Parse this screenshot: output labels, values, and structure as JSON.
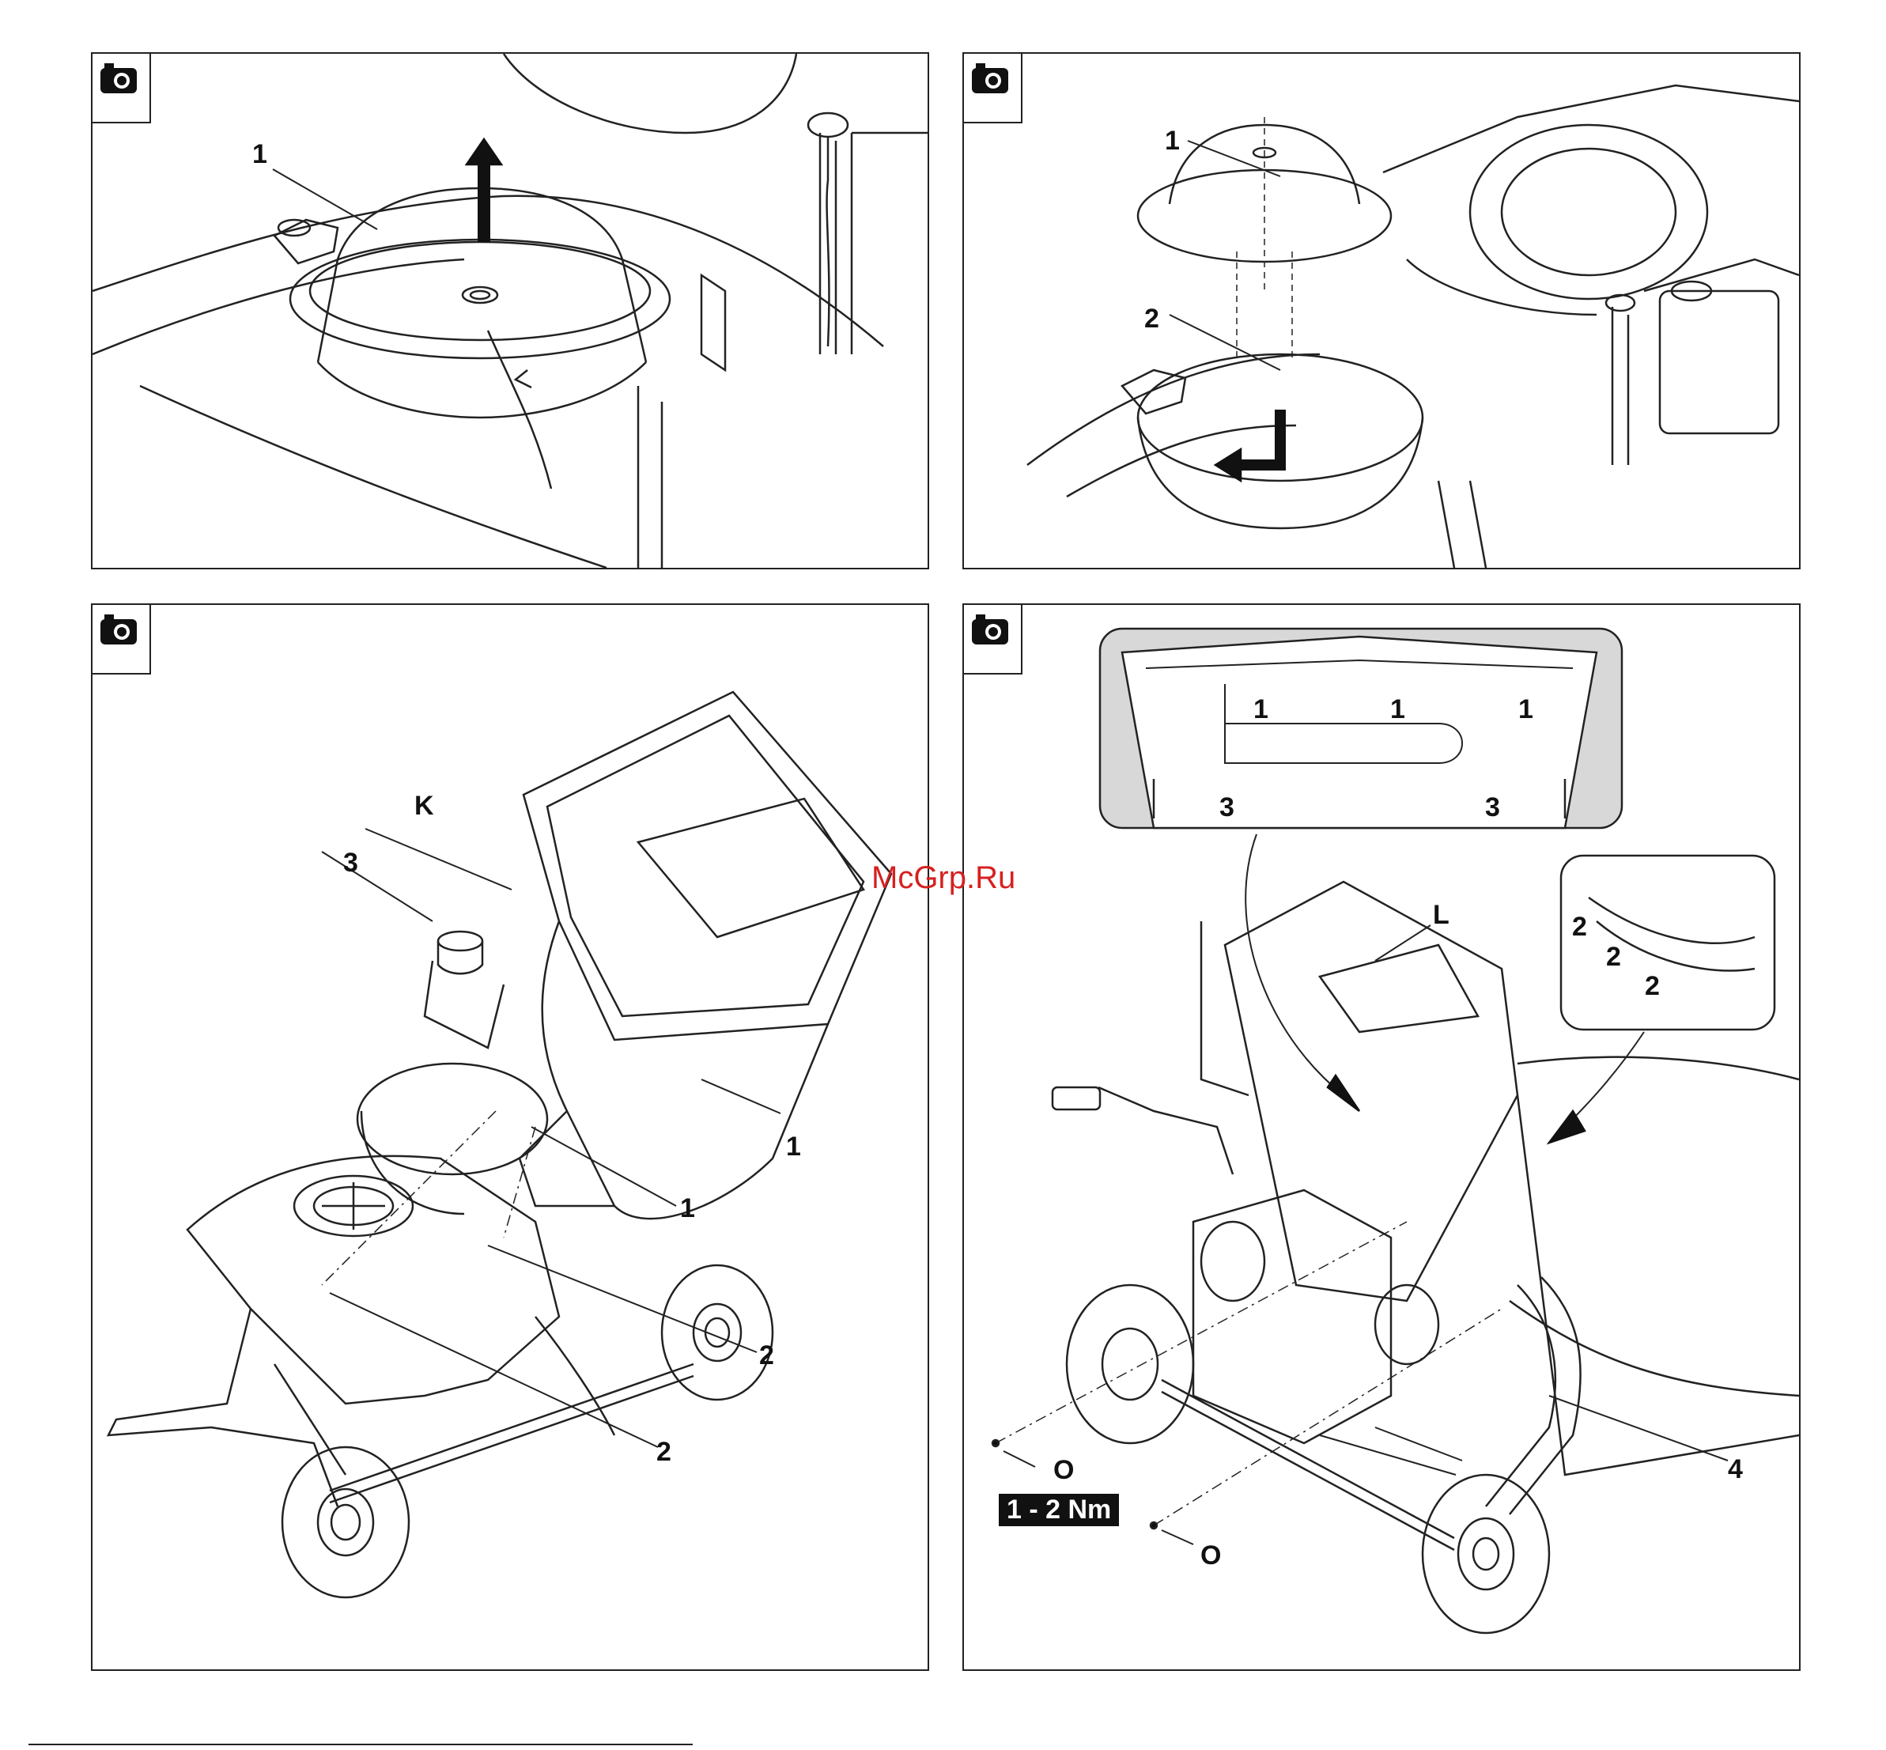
{
  "watermark": "McGrp.Ru",
  "panels": [
    {
      "id": "top-left",
      "labels": {
        "l1": "1"
      }
    },
    {
      "id": "top-right",
      "labels": {
        "l1": "1",
        "l2": "2"
      }
    },
    {
      "id": "bottom-left",
      "labels": {
        "k": "K",
        "l3": "3",
        "l1a": "1",
        "l1b": "1",
        "l2a": "2",
        "l2b": "2"
      }
    },
    {
      "id": "bottom-right",
      "labels": {
        "i1a": "1",
        "i1b": "1",
        "i1c": "1",
        "i3a": "3",
        "i3b": "3",
        "i2a": "2",
        "i2b": "2",
        "i2c": "2",
        "L": "L",
        "l4": "4",
        "o1": "O",
        "o2": "O"
      },
      "torque": "1 - 2 Nm"
    }
  ],
  "icons": [
    "camera-icon",
    "camera-icon",
    "camera-icon",
    "camera-icon"
  ]
}
